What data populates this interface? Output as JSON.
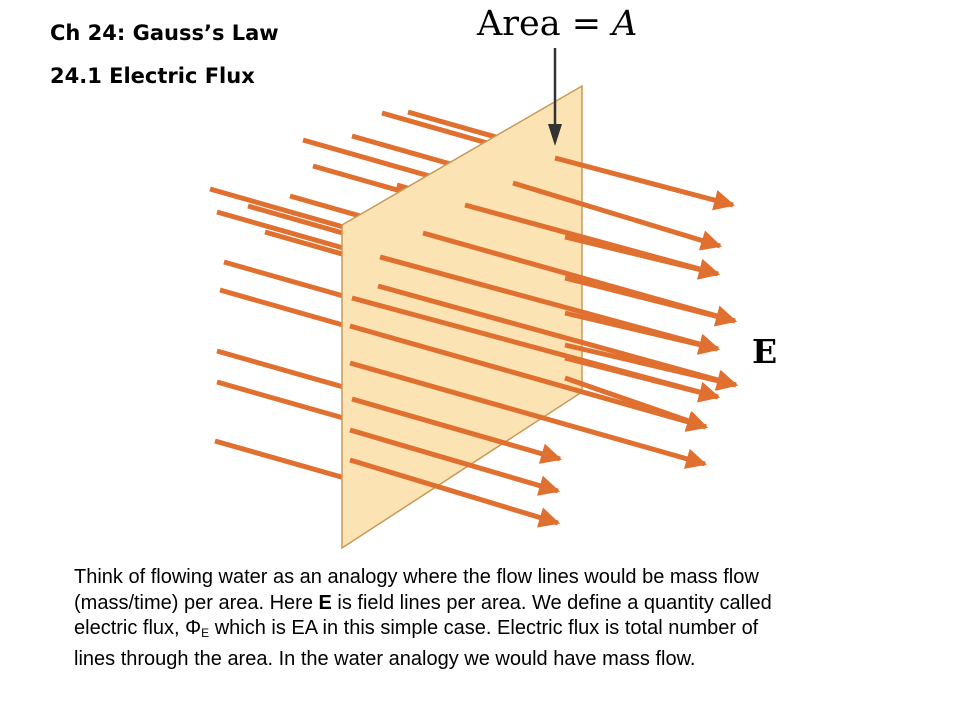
{
  "header": {
    "title": "Ch 24: Gauss’s Law",
    "subtitle": "24.1 Electric Flux"
  },
  "figure": {
    "area_label_prefix": "Area = ",
    "area_label_var": "A",
    "field_label": "E",
    "colors": {
      "arrow": "#e07030",
      "plane_fill": "#fbe3b3",
      "plane_edge": "#c89a5a",
      "pointer": "#333333"
    }
  },
  "body": {
    "line1": "Think of flowing water as an analogy where the flow lines would be mass flow",
    "line2_a": "(mass/time) per area. Here ",
    "line2_bold": "E",
    "line2_b": " is field lines per area. We define a quantity called",
    "line3_a": "electric flux, ",
    "flux_symbol": "Φ",
    "flux_sub": "E",
    "line3_b": " which is EA in this simple case. Electric flux is total number of",
    "line4": "lines through the area. In the water analogy we would have mass flow."
  }
}
